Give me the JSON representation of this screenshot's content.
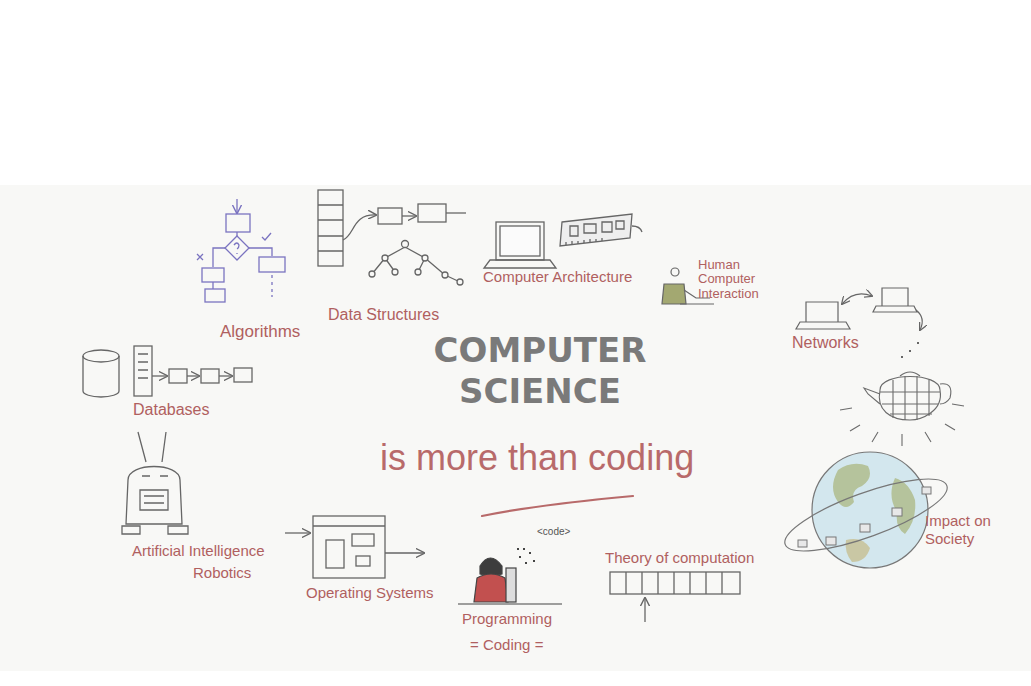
{
  "diagram": {
    "title": "COMPUTER SCIENCE",
    "labels": [
      "Algorithms",
      "Data Structures",
      "Computer Architecture",
      "Human Computer Interaction",
      "Networks",
      "Databases",
      "is more than coding",
      "Artificial Intelligence",
      "Robotics",
      "Operating Systems",
      "<code>",
      "Programming",
      "= Coding =",
      "Theory of computation",
      "Impact on Society"
    ]
  }
}
